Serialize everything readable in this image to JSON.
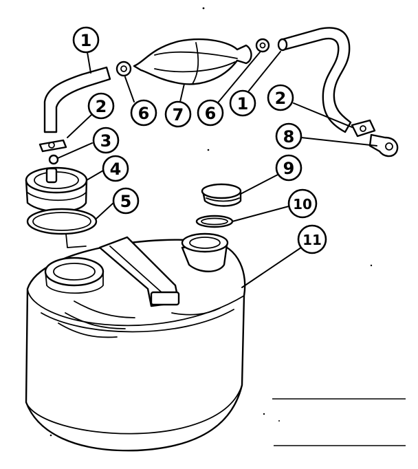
{
  "diagram": {
    "callouts": [
      {
        "id": "c1a",
        "label": "1"
      },
      {
        "id": "c2a",
        "label": "2"
      },
      {
        "id": "c3",
        "label": "3"
      },
      {
        "id": "c4",
        "label": "4"
      },
      {
        "id": "c5",
        "label": "5"
      },
      {
        "id": "c6a",
        "label": "6"
      },
      {
        "id": "c7",
        "label": "7"
      },
      {
        "id": "c6b",
        "label": "6"
      },
      {
        "id": "c1b",
        "label": "1"
      },
      {
        "id": "c2b",
        "label": "2"
      },
      {
        "id": "c8",
        "label": "8"
      },
      {
        "id": "c9",
        "label": "9"
      },
      {
        "id": "c10",
        "label": "10"
      },
      {
        "id": "c11",
        "label": "11"
      }
    ]
  }
}
